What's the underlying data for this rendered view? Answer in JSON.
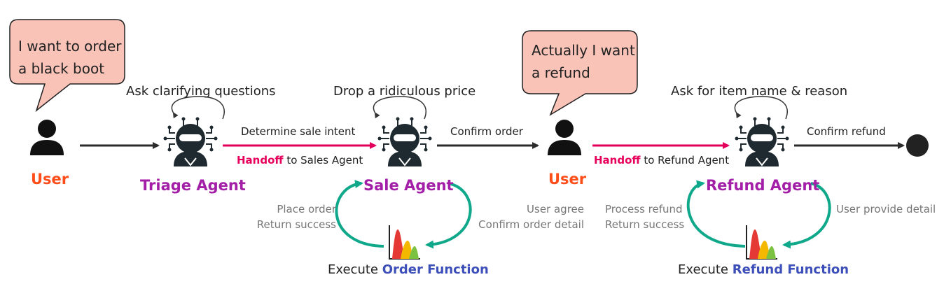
{
  "colors": {
    "user_label": "#ff4d1a",
    "agent_label": "#a31fa8",
    "handoff_arrow": "#e6005c",
    "loop_arrow": "#10a88a",
    "bubble_fill": "#f9c3b8",
    "function_name": "#3d4fb8"
  },
  "bubbles": {
    "user1": {
      "line1": "I want to order",
      "line2": "a black boot"
    },
    "user2": {
      "line1": "Actually I want",
      "line2": "a refund"
    }
  },
  "nodes": {
    "user1": {
      "label": "User",
      "icon": "user-icon"
    },
    "triage": {
      "label": "Triage Agent",
      "self_loop": "Ask clarifying questions",
      "icon": "robot-icon"
    },
    "sale": {
      "label": "Sale Agent",
      "self_loop": "Drop a ridiculous price",
      "icon": "robot-icon"
    },
    "user2": {
      "label": "User",
      "icon": "user-icon"
    },
    "refund": {
      "label": "Refund Agent",
      "self_loop": "Ask for item name & reason",
      "icon": "robot-icon"
    },
    "end": {
      "icon": "end-node"
    }
  },
  "edges": {
    "triage_sale_top": "Determine sale intent",
    "triage_sale_handoff_bold": "Handoff",
    "triage_sale_handoff_rest": " to Sales Agent",
    "sale_user": "Confirm order",
    "user_refund_handoff_bold": "Handoff",
    "user_refund_handoff_rest": " to Refund Agent",
    "refund_end": "Confirm refund"
  },
  "order_loop": {
    "left_line1": "Place order",
    "left_line2": "Return success",
    "right_line1": "User agree",
    "right_line2": "Confirm order detail",
    "exec_prefix": "Execute ",
    "function": "Order Function",
    "icon": "chart-icon"
  },
  "refund_loop": {
    "left_line1": "Process refund",
    "left_line2": "Return success",
    "right_line1": "User provide detail",
    "exec_prefix": "Execute ",
    "function": "Refund Function",
    "icon": "chart-icon"
  }
}
